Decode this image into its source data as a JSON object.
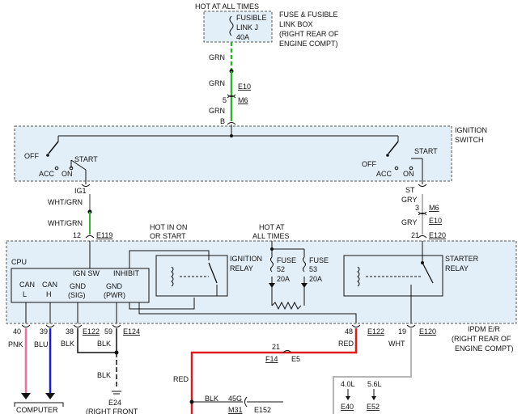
{
  "fuse_box": {
    "header": "HOT AT ALL TIMES",
    "line1": "FUSIBLE",
    "line2": "LINK J",
    "line3": "40A",
    "desc1": "FUSE & FUSIBLE",
    "desc2": "LINK BOX",
    "desc3": "(RIGHT REAR OF",
    "desc4": "ENGINE COMPT)"
  },
  "top_wire": {
    "grn1": "GRN",
    "grn2": "GRN",
    "conn_e10": "E10",
    "pin5": "5",
    "conn_m6": "M6",
    "grn3": "GRN",
    "pinB": "B"
  },
  "ignition_switch": {
    "title1": "IGNITION",
    "title2": "SWITCH",
    "left_off": "OFF",
    "left_acc": "ACC",
    "left_on": "ON",
    "left_start": "START",
    "right_off": "OFF",
    "right_acc": "ACC",
    "right_on": "ON",
    "right_start": "START"
  },
  "left_branch": {
    "ig1": "IG1",
    "wire1": "WHT/GRN",
    "wire2": "WHT/GRN",
    "pin12": "12",
    "conn_e119": "E119"
  },
  "right_branch": {
    "st": "ST",
    "gry1": "GRY",
    "pin3": "3",
    "conn_m6": "M6",
    "conn_e10": "E10",
    "gry2": "GRY",
    "pin21": "21",
    "conn_e120": "E120"
  },
  "ipdm": {
    "hot_on_start1": "HOT IN ON",
    "hot_on_start2": "OR START",
    "hot_all1": "HOT AT",
    "hot_all2": "ALL TIMES",
    "cpu": "CPU",
    "can_l1": "CAN",
    "can_l2": "L",
    "can_h1": "CAN",
    "can_h2": "H",
    "ign_sw": "IGN SW",
    "inhibit": "INHIBIT",
    "gnd_sig1": "GND",
    "gnd_sig2": "(SIG)",
    "gnd_pwr1": "GND",
    "gnd_pwr2": "(PWR)",
    "ign_relay1": "IGNITION",
    "ign_relay2": "RELAY",
    "fuse52_1": "FUSE",
    "fuse52_2": "52",
    "fuse52_3": "20A",
    "fuse53_1": "FUSE",
    "fuse53_2": "53",
    "fuse53_3": "20A",
    "starter_relay1": "STARTER",
    "starter_relay2": "RELAY",
    "name": "IPDM E/R",
    "loc1": "(RIGHT REAR OF",
    "loc2": "ENGINE COMPT)"
  },
  "bottom": {
    "pin40": "40",
    "pnk": "PNK",
    "pin39": "39",
    "blu": "BLU",
    "pin38": "38",
    "conn_e122a": "E122",
    "pin59": "59",
    "conn_e124": "E124",
    "blk1": "BLK",
    "blk2": "BLK",
    "blk3": "BLK",
    "e24": "E24",
    "right_front": "(RIGHT FRONT",
    "computer": "COMPUTER",
    "pin48": "48",
    "conn_e122b": "E122",
    "pin19": "19",
    "conn_e120": "E120",
    "red1": "RED",
    "wht": "WHT",
    "pin21": "21",
    "conn_f14": "F14",
    "conn_e5": "E5",
    "red2": "RED",
    "blk4": "BLK",
    "pin45g": "45G",
    "conn_m31": "M31",
    "conn_e152": "E152",
    "eng40": "4.0L",
    "eng56": "5.6L",
    "conn_e40": "E40",
    "conn_e52": "E52"
  },
  "colors": {
    "box_fill": "#e3eff8",
    "grn": "#2db52d",
    "pnk": "#ee6f9c",
    "blu": "#1a1ae0",
    "red": "#e01b1b",
    "gry": "#b5b5b5"
  }
}
